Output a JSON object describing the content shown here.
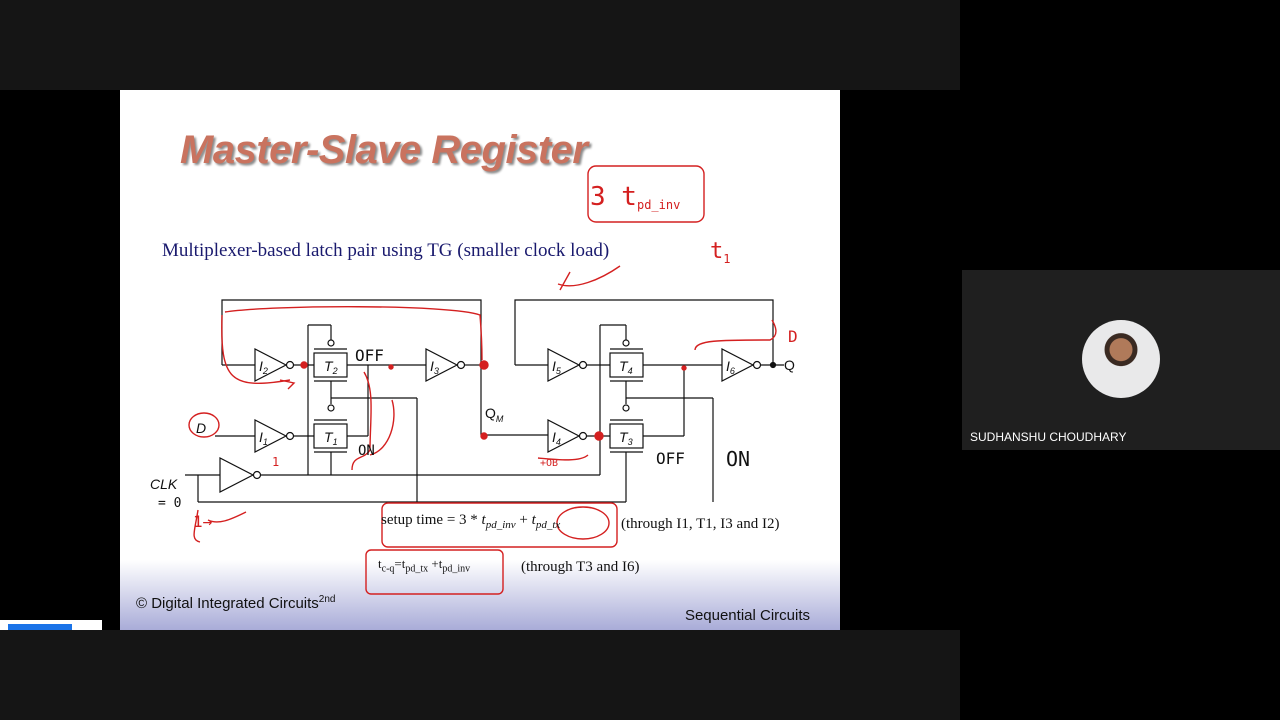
{
  "slide": {
    "title": "Master-Slave Register",
    "subtitle": "Multiplexer-based latch pair using TG (smaller clock load)",
    "copyright_prefix": "© Digital Integrated Circuits",
    "copyright_sup": "2nd",
    "footer_right": "Sequential Circuits",
    "setup_lead": "setup time = 3 *",
    "setup_inv": "t",
    "setup_inv_sub": "pd_inv",
    "setup_plus": "+",
    "setup_tx": "t",
    "setup_tx_sub": "pd_tx",
    "setup_tail": "(through I1, T1, I3 and I2)",
    "tcq_t": "t",
    "tcq_sub": "c-q",
    "tcq_eq": "=t",
    "tcq_tx_sub": "pd_tx",
    "tcq_plus": "+t",
    "tcq_inv_sub": "pd_inv",
    "tcq_tail": "(through T3 and I6)"
  },
  "circuit": {
    "labels": {
      "i2": "I",
      "i2s": "2",
      "t2": "T",
      "t2s": "2",
      "i3": "I",
      "i3s": "3",
      "i1": "I",
      "i1s": "1",
      "t1": "T",
      "t1s": "1",
      "i5": "I",
      "i5s": "5",
      "t4": "T",
      "t4s": "4",
      "i6": "I",
      "i6s": "6",
      "i4": "I",
      "i4s": "4",
      "t3": "T",
      "t3s": "3",
      "qm": "Q",
      "qms": "M",
      "q": "Q",
      "clk": "CLK"
    },
    "annotations": {
      "three_t": "3 t",
      "three_t_sub": "pd_inv",
      "t1_note": "t",
      "t1_note_sub": "1",
      "off1": "OFF",
      "on1": "ON",
      "off2": "OFF",
      "on2": "ON",
      "d_in": "D",
      "d_out": "D",
      "clk_eq": "= 0",
      "clk_mark": "1",
      "hand_one": "1",
      "hand_toggle": "1→",
      "hand_small": "+OB"
    }
  },
  "participant": {
    "name": "SUDHANSHU CHOUDHARY"
  },
  "colors": {
    "title": "#c9735f",
    "subtitle": "#1a1a6e",
    "ink": "#d42020",
    "panel": "#1f1f1f"
  }
}
